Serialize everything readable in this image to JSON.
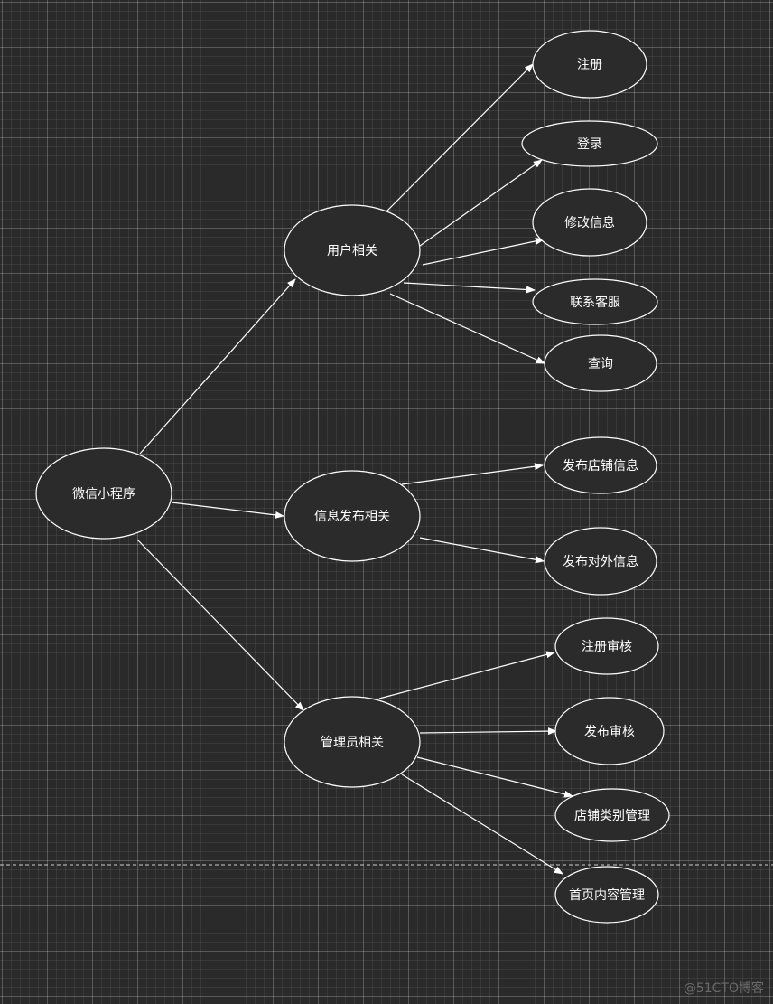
{
  "diagram": {
    "nodes": [
      {
        "id": "root",
        "label": "微信小程序"
      },
      {
        "id": "user",
        "label": "用户相关"
      },
      {
        "id": "publish",
        "label": "信息发布相关"
      },
      {
        "id": "admin",
        "label": "管理员相关"
      },
      {
        "id": "register",
        "label": "注册"
      },
      {
        "id": "login",
        "label": "登录"
      },
      {
        "id": "edit_info",
        "label": "修改信息"
      },
      {
        "id": "contact_service",
        "label": "联系客服"
      },
      {
        "id": "query",
        "label": "查询"
      },
      {
        "id": "publish_store",
        "label": "发布店铺信息"
      },
      {
        "id": "publish_external",
        "label": "发布对外信息"
      },
      {
        "id": "register_review",
        "label": "注册审核"
      },
      {
        "id": "publish_review",
        "label": "发布审核"
      },
      {
        "id": "store_category",
        "label": "店铺类别管理"
      },
      {
        "id": "home_content",
        "label": "首页内容管理"
      }
    ],
    "edges": [
      {
        "from": "root",
        "to": "user"
      },
      {
        "from": "root",
        "to": "publish"
      },
      {
        "from": "root",
        "to": "admin"
      },
      {
        "from": "user",
        "to": "register"
      },
      {
        "from": "user",
        "to": "login"
      },
      {
        "from": "user",
        "to": "edit_info"
      },
      {
        "from": "user",
        "to": "contact_service"
      },
      {
        "from": "user",
        "to": "query"
      },
      {
        "from": "publish",
        "to": "publish_store"
      },
      {
        "from": "publish",
        "to": "publish_external"
      },
      {
        "from": "admin",
        "to": "register_review"
      },
      {
        "from": "admin",
        "to": "publish_review"
      },
      {
        "from": "admin",
        "to": "store_category"
      },
      {
        "from": "admin",
        "to": "home_content"
      }
    ]
  },
  "colors": {
    "background": "#2a2a2a",
    "node_fill": "#2b2b2b",
    "stroke": "#ffffff",
    "text": "#ffffff",
    "watermark": "#6a6a6a"
  },
  "watermark": "@51CTO博客"
}
